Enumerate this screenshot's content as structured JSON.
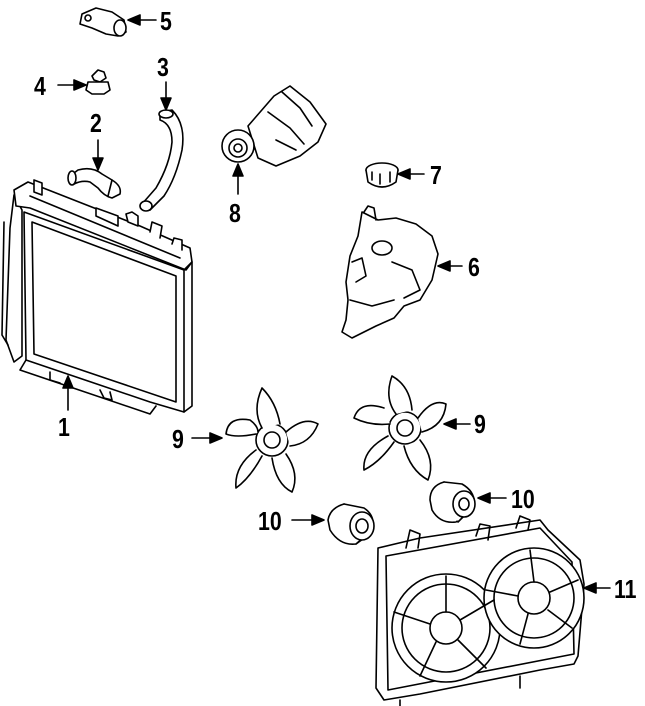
{
  "diagram": {
    "callouts": {
      "c1": "1",
      "c2": "2",
      "c3": "3",
      "c4": "4",
      "c5": "5",
      "c6": "6",
      "c7": "7",
      "c8": "8",
      "c9a": "9",
      "c9b": "9",
      "c10a": "10",
      "c10b": "10",
      "c11": "11"
    },
    "parts": [
      "radiator",
      "upper-hose",
      "lower-hose",
      "drain-plug",
      "water-outlet",
      "reservoir",
      "reservoir-cap",
      "thermostat-housing",
      "fan-blade",
      "fan-motor",
      "fan-shroud"
    ]
  }
}
